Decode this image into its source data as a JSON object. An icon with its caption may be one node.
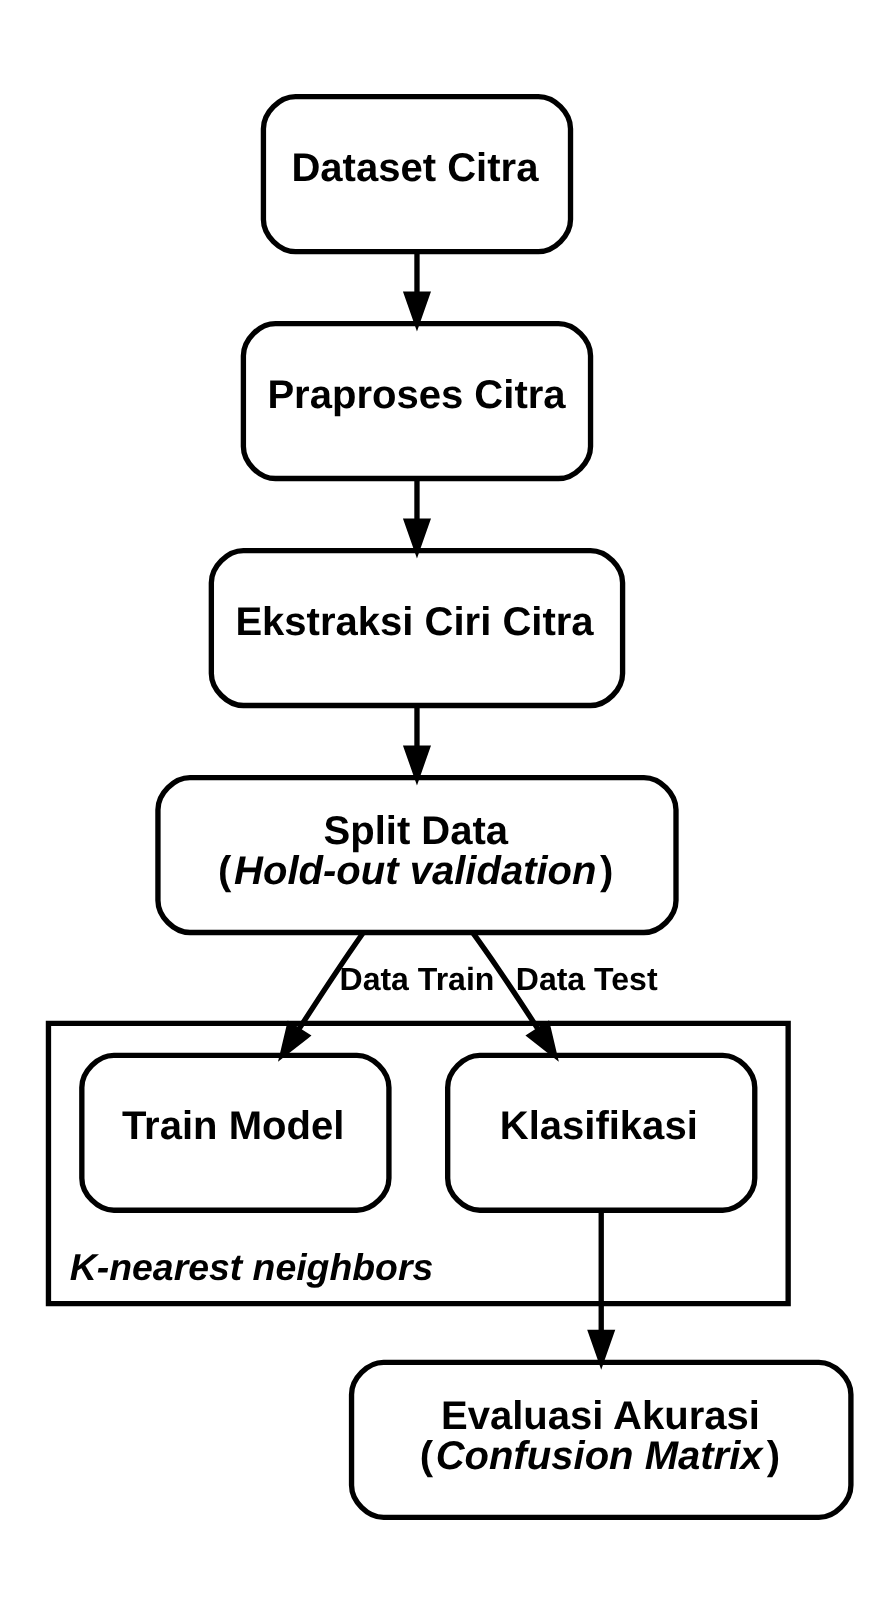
{
  "diagram": {
    "nodes": [
      {
        "text": [
          "Dataset Citra"
        ]
      },
      {
        "text": [
          "Praproses Citra"
        ]
      },
      {
        "text": [
          "Ekstraksi Ciri Citra"
        ]
      },
      {
        "text": [
          "Split Data",
          "(*Hold-out validation*)"
        ]
      },
      {
        "text": [
          "K-nearest neighbors"
        ]
      },
      {
        "text": [
          "Train Model"
        ],
        "in": 4
      },
      {
        "text": [
          "Klasifikasi"
        ],
        "in": 4
      },
      {
        "text": [
          "Evaluasi Akurasi",
          "(*Confusion Matrix*)"
        ]
      }
    ],
    "edges": [
      {
        "from": 0,
        "to": 1,
        "arrow": "to"
      },
      {
        "from": 1,
        "to": 2,
        "arrow": "to"
      },
      {
        "from": 2,
        "to": 3,
        "arrow": "to"
      },
      {
        "from": 3,
        "to": 5,
        "arrow": "to",
        "label": "Data Train"
      },
      {
        "from": 3,
        "to": 6,
        "arrow": "to",
        "label": "Data Test"
      },
      {
        "from": 6,
        "to": 7,
        "arrow": "to"
      }
    ]
  }
}
